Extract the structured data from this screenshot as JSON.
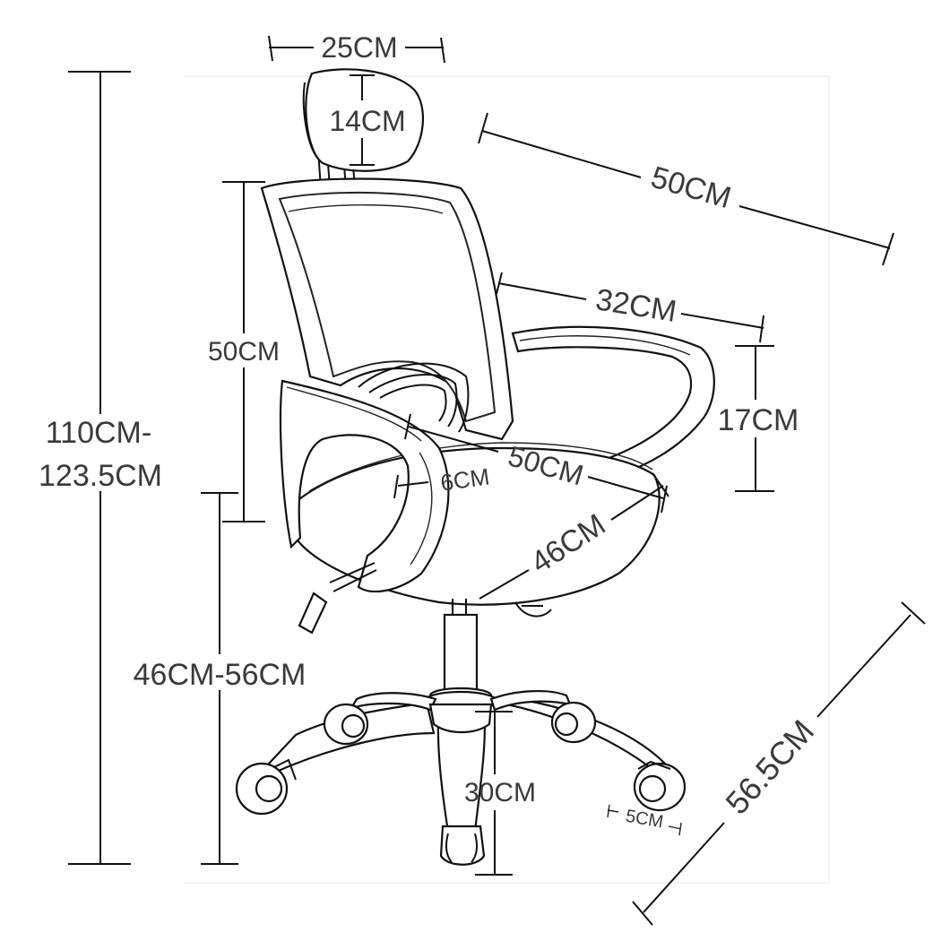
{
  "dimensions": {
    "headrest_width": "25CM",
    "headrest_height": "14CM",
    "backrest_height": "50CM",
    "overall_width": "50CM",
    "seat_to_backrest_depth": "32CM",
    "armrest_height": "17CM",
    "overall_height_line1": "110CM-",
    "overall_height_line2": "123.5CM",
    "seat_width": "50CM",
    "seat_depth": "46CM",
    "seat_edge_offset": "6CM",
    "seat_height": "46CM-56CM",
    "gas_lift_height": "30CM",
    "caster_size": "5CM",
    "base_diameter": "56.5CM"
  },
  "colors": {
    "line": "#111111",
    "label": "#3a3a3a",
    "background": "#ffffff"
  }
}
